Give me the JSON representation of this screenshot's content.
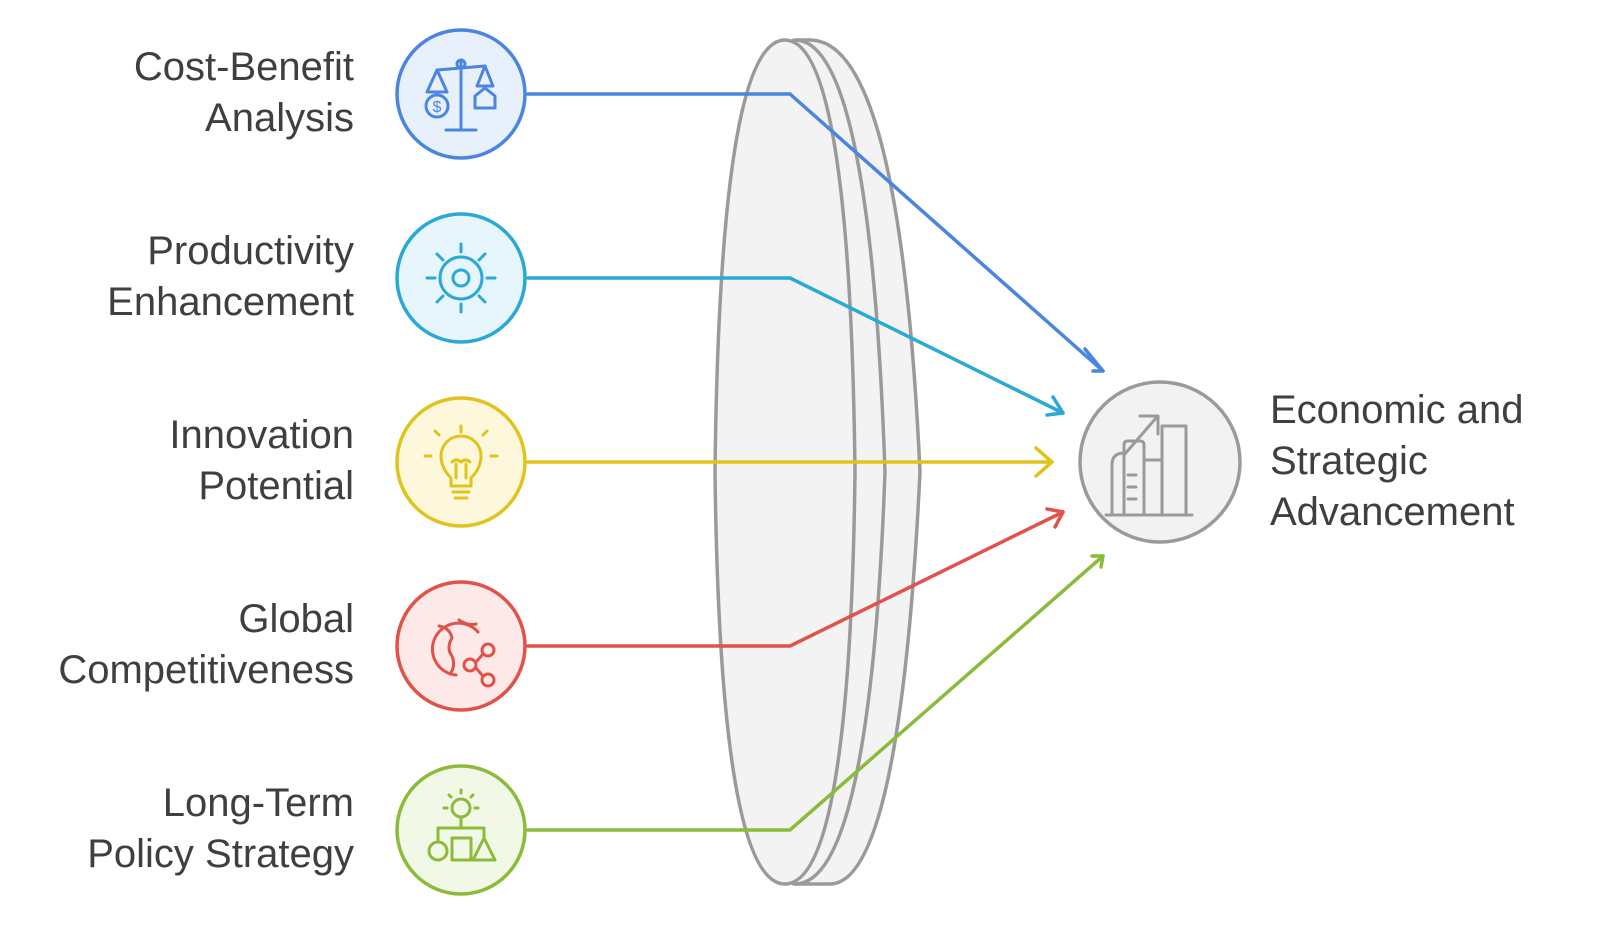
{
  "inputs": [
    {
      "id": "cost-benefit",
      "lines": [
        "Cost-Benefit",
        "Analysis"
      ],
      "icon": "balance-scale-icon",
      "color": "#4a86e0",
      "fill": "#e8f0fc"
    },
    {
      "id": "productivity",
      "lines": [
        "Productivity",
        "Enhancement"
      ],
      "icon": "gear-icon",
      "color": "#2aa9d6",
      "fill": "#e6f6fc"
    },
    {
      "id": "innovation",
      "lines": [
        "Innovation",
        "Potential"
      ],
      "icon": "lightbulb-icon",
      "color": "#e0c31d",
      "fill": "#fdf8dc"
    },
    {
      "id": "global",
      "lines": [
        "Global",
        "Competitiveness"
      ],
      "icon": "globe-network-icon",
      "color": "#e0524a",
      "fill": "#fde9e8"
    },
    {
      "id": "long-term",
      "lines": [
        "Long-Term",
        "Policy Strategy"
      ],
      "icon": "strategy-shapes-icon",
      "color": "#8cbb3a",
      "fill": "#f2f8e6"
    }
  ],
  "output": {
    "lines": [
      "Economic and",
      "Strategic",
      "Advancement"
    ],
    "icon": "growth-chart-icon",
    "color": "#9a9a9a",
    "fill": "#f2f2f2"
  },
  "colors": {
    "text": "#3f3f3f",
    "lens_stroke": "#9a9a9a",
    "lens_fill": "#f3f3f3"
  }
}
